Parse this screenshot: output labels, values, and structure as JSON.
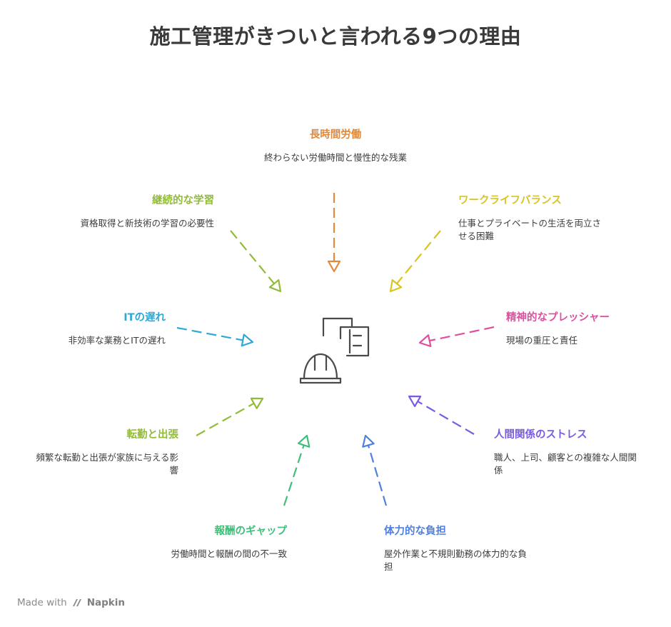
{
  "title": "施工管理がきついと言われる9つの理由",
  "center_icon": "construction-building-icon",
  "reasons": [
    {
      "title": "長時間労働",
      "description": "終わらない労働時間と慢性的な残業",
      "color": "#e08a3c"
    },
    {
      "title": "ワークライフバランス",
      "description": "仕事とプライベートの生活を両立させる困難",
      "color": "#d9c420"
    },
    {
      "title": "精神的なプレッシャー",
      "description": "現場の重圧と責任",
      "color": "#df4fa0"
    },
    {
      "title": "人間関係のストレス",
      "description": "職人、上司、顧客との複雑な人間関係",
      "color": "#7b5ce0"
    },
    {
      "title": "体力的な負担",
      "description": "屋外作業と不規則勤務の体力的な負担",
      "color": "#4f7fe0"
    },
    {
      "title": "報酬のギャップ",
      "description": "労働時間と報酬の間の不一致",
      "color": "#3fbf7a"
    },
    {
      "title": "転勤と出張",
      "description": "頻繁な転勤と出張が家族に与える影響",
      "color": "#93bb3a"
    },
    {
      "title": "ITの遅れ",
      "description": "非効率な業務とITの遅れ",
      "color": "#2fa8d8"
    },
    {
      "title": "継続的な学習",
      "description": "資格取得と新技術の学習の必要性",
      "color": "#93bb3a"
    }
  ],
  "footer": {
    "made_with": "Made with",
    "brand": "Napkin",
    "logo_icon": "napkin-logo-icon"
  }
}
